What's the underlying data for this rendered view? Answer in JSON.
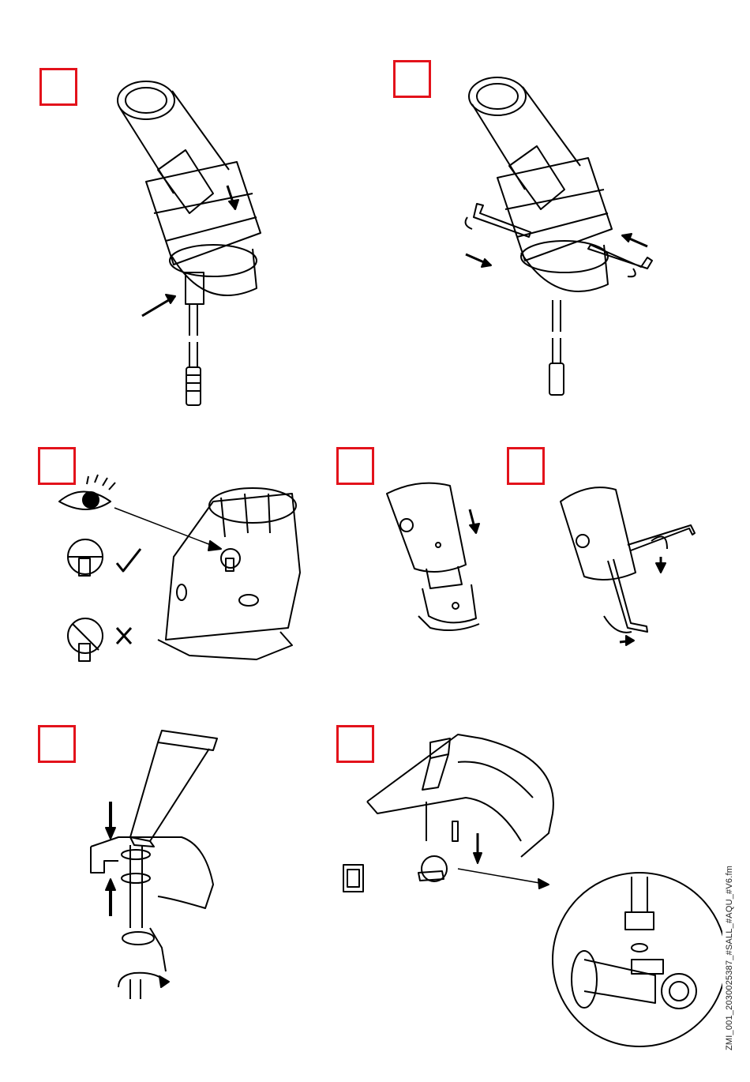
{
  "document": {
    "side_code": "ZMI_001_2030025387_#SALL_#AQU_#V6.fm"
  },
  "steps": [
    {
      "id": "step-1",
      "description_icon": "cable-connect-illustration"
    },
    {
      "id": "step-2",
      "description_icon": "allen-key-fasten-illustration"
    },
    {
      "id": "step-3",
      "description_icon": "inspect-alignment-illustration"
    },
    {
      "id": "step-4",
      "description_icon": "slide-cover-illustration"
    },
    {
      "id": "step-5",
      "description_icon": "tighten-screw-illustration"
    },
    {
      "id": "step-6",
      "description_icon": "mount-on-basin-illustration"
    },
    {
      "id": "step-7",
      "description_icon": "connect-supply-illustration"
    }
  ],
  "colors": {
    "step_box_border": "#e3121b",
    "line_art": "#000000"
  }
}
